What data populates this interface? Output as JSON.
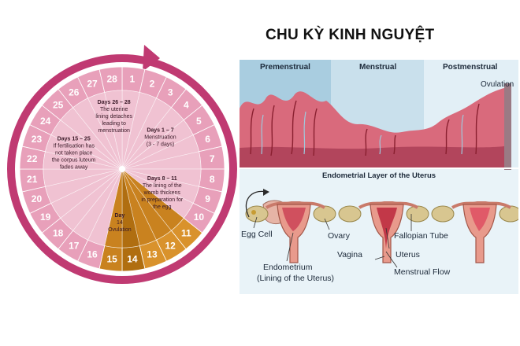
{
  "title": "CHU KỲ KINH NGUYỆT",
  "wheel": {
    "days": [
      "1",
      "2",
      "3",
      "4",
      "5",
      "6",
      "7",
      "8",
      "9",
      "10",
      "11",
      "12",
      "13",
      "14",
      "15",
      "16",
      "17",
      "18",
      "19",
      "20",
      "21",
      "22",
      "23",
      "24",
      "25",
      "26",
      "27",
      "28"
    ],
    "phases": [
      {
        "id": "p1",
        "lines": [
          "Days 1 – 7",
          "Menstruation",
          "(3 - 7 days)"
        ]
      },
      {
        "id": "p2",
        "lines": [
          "Days 8 – 11",
          "The lining of the",
          "womb thickens",
          "in preparation for",
          "the egg"
        ]
      },
      {
        "id": "p3",
        "lines": [
          "Day",
          "14",
          "Ovulation"
        ]
      },
      {
        "id": "p4",
        "lines": [
          "Days 15 – 25",
          "If fertilisation has",
          "not taken place",
          "the corpus luteum",
          "fades away"
        ]
      },
      {
        "id": "p5",
        "lines": [
          "Days 26 – 28",
          "The uterine",
          "lining detaches",
          "leading to",
          "menstruation"
        ]
      }
    ],
    "colors": {
      "ring": "#c03a72",
      "outer": "#e8a0ba",
      "inner": "#f0c2d2",
      "ovulation": "#c9821f",
      "ovulation_dark": "#b06e10",
      "ovulation_light": "#d9922c"
    }
  },
  "phase_headers": [
    "Premenstrual",
    "Menstrual",
    "Postmenstrual"
  ],
  "ovulation_tag": "Ovulation",
  "layer_label": "Endometrial Layer of the Uterus",
  "labels": {
    "egg_cell": "Egg Cell",
    "ovary": "Ovary",
    "fallopian_tube": "Fallopian Tube",
    "vagina": "Vagina",
    "uterus": "Uterus",
    "endometrium": "Endometrium",
    "endometrium_sub": "(Lining of the Uterus)",
    "menstrual_flow": "Menstrual Flow"
  }
}
